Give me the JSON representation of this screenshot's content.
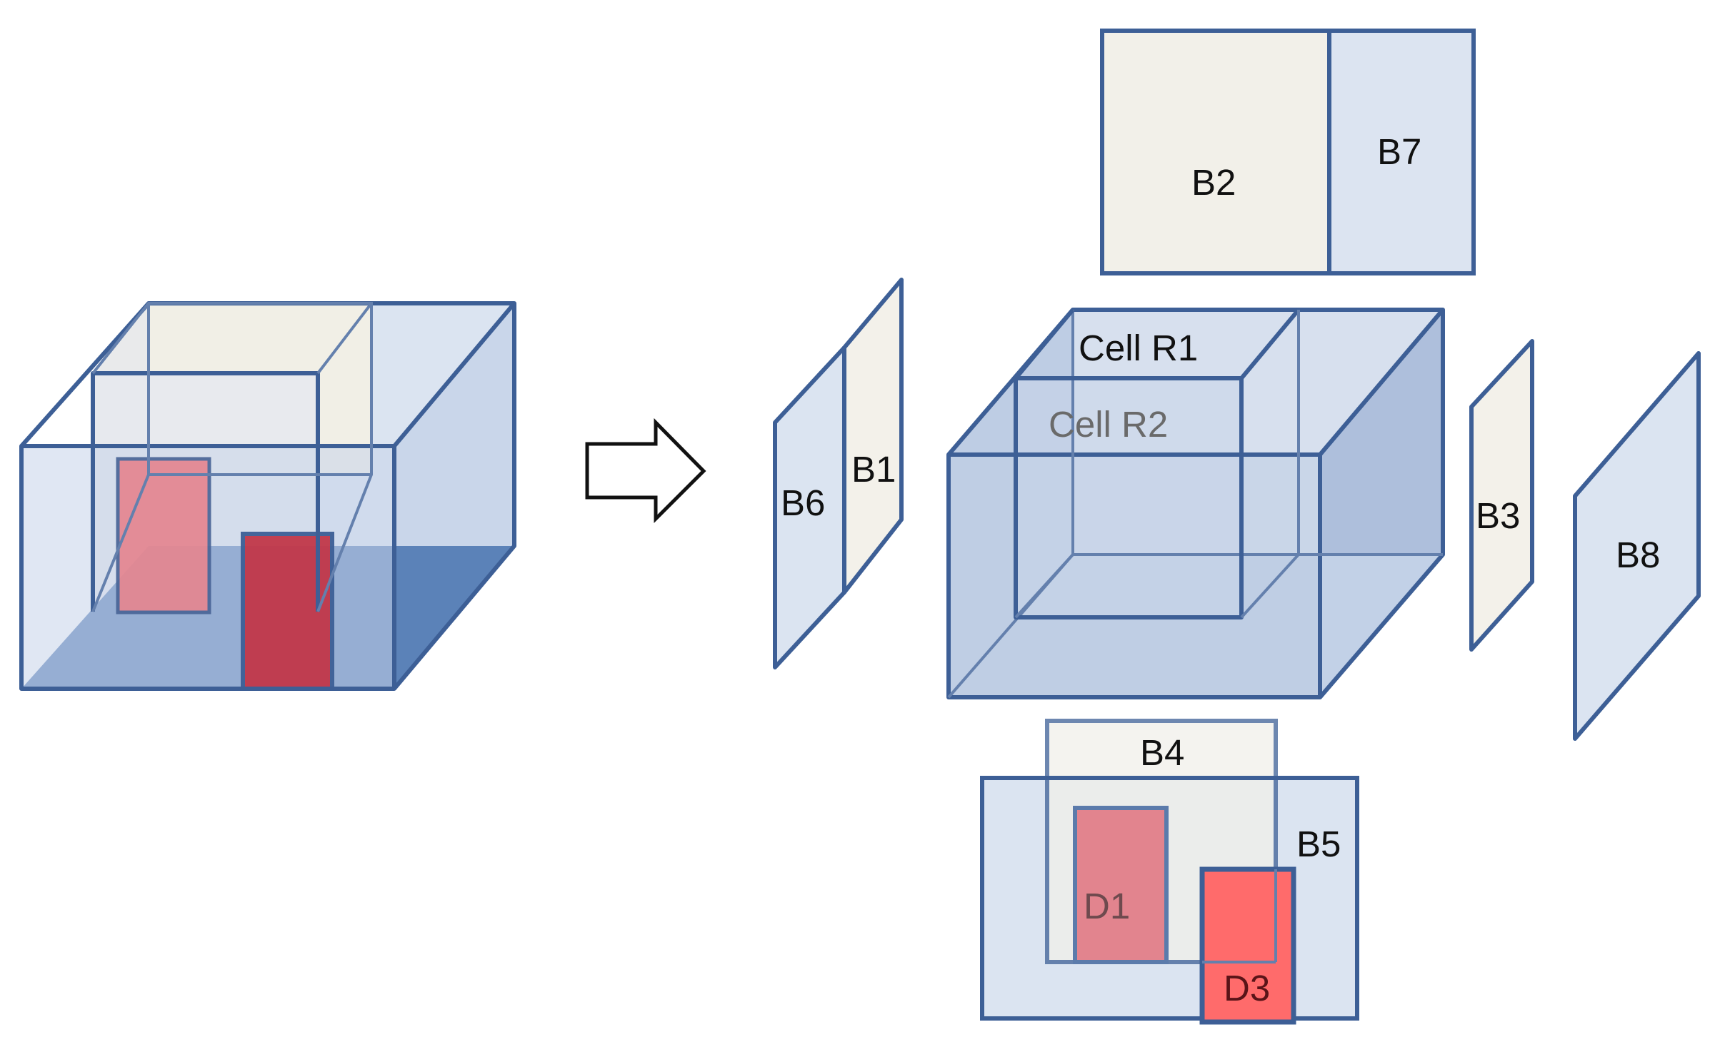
{
  "diagram": {
    "arrow_icon": "right-arrow-icon",
    "assembled_room": {
      "doors": [
        "interior-door",
        "exterior-door"
      ]
    },
    "panels": {
      "B1": "B1",
      "B2": "B2",
      "B3": "B3",
      "B4": "B4",
      "B5": "B5",
      "B6": "B6",
      "B7": "B7",
      "B8": "B8"
    },
    "cells": {
      "R1": "Cell R1",
      "R2": "Cell R2"
    },
    "doors": {
      "D1": "D1",
      "D3": "D3"
    },
    "colors": {
      "edge": "#3d5f96",
      "light_blue_fill": "#d9e2f0",
      "cream_fill": "#f3f1ea",
      "floor_blue": "#5b82b8",
      "door_light": "#e0848d",
      "door_dark": "#c23a4a",
      "door_d3": "#ff6b6b"
    }
  }
}
